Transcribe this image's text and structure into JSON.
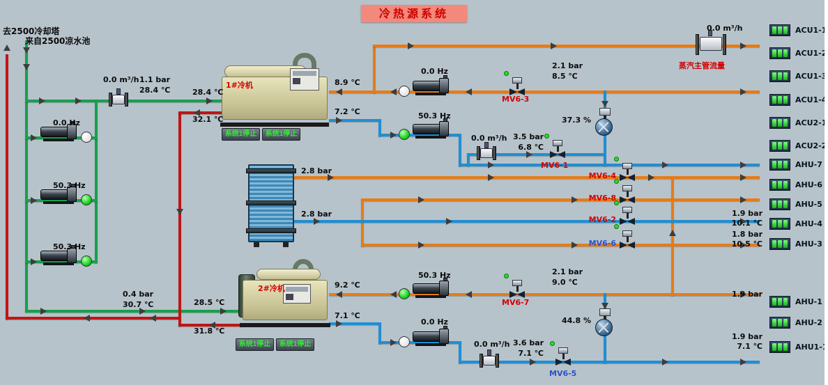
{
  "title": "冷热源系统",
  "colors": {
    "background": "#b7c3cb",
    "pipe_green": "#16a14c",
    "pipe_red": "#c01515",
    "pipe_orange": "#e67c17",
    "pipe_blue": "#1f8fd2",
    "status_on": "#1ad41a",
    "status_off": "#e8e8e8",
    "label_red": "#d40000",
    "label_blue": "#2b50c8",
    "title_bg": "#f2897b",
    "title_text": "#cf0000",
    "button_text": "#35e835"
  },
  "source": {
    "to_tower": "去2500冷却塔",
    "from_pond": "来自2500凉水池"
  },
  "steam": {
    "flow": "0.0 m³/h",
    "label": "蒸汽主管流量"
  },
  "condenser": {
    "flow": "0.0 m³/h",
    "pressure": "1.1 bar",
    "temp": "28.4 ℃"
  },
  "header2": {
    "pressure": "0.4 bar",
    "temp": "30.7 ℃"
  },
  "cooling_pumps": [
    {
      "hz": "0.0 Hz",
      "status": "off"
    },
    {
      "hz": "50.3 Hz",
      "status": "on"
    },
    {
      "hz": "50.3 Hz",
      "status": "on"
    }
  ],
  "chw_pumps": [
    {
      "hz": "0.0 Hz",
      "status": "off"
    },
    {
      "hz": "50.3 Hz",
      "status": "on"
    },
    {
      "hz": "50.3 Hz",
      "status": "on"
    },
    {
      "hz": "0.0 Hz",
      "status": "off"
    }
  ],
  "chiller1": {
    "name": "1#冷机",
    "cw_in": "28.4 ℃",
    "cw_out": "32.1 ℃",
    "chw_return": "8.9 ℃",
    "chw_supply": "7.2 ℃",
    "btn_a": "系统1停止",
    "btn_b": "系统1停止"
  },
  "chiller2": {
    "name": "2#冷机",
    "cw_in": "28.5 ℃",
    "cw_out": "31.8 ℃",
    "chw_return": "9.2 ℃",
    "chw_supply": "7.1 ℃",
    "btn_a": "系统1停止",
    "btn_b": "系统1停止"
  },
  "hx": {
    "top_pressure": "2.8 bar",
    "bottom_pressure": "2.8 bar"
  },
  "valves": {
    "mv6_3": {
      "label": "MV6-3",
      "pressure": "2.1 bar",
      "temp": "8.5 ℃"
    },
    "mv6_1": {
      "label": "MV6-1",
      "flow": "0.0 m³/h",
      "pressure": "3.5 bar",
      "temp": "6.8 ℃"
    },
    "mv6_4": {
      "label": "MV6-4"
    },
    "mv6_8": {
      "label": "MV6-8"
    },
    "mv6_2": {
      "label": "MV6-2"
    },
    "mv6_6": {
      "label": "MV6-6"
    },
    "mv6_7": {
      "label": "MV6-7",
      "pressure": "2.1 bar",
      "temp": "9.0 ℃"
    },
    "mv6_5": {
      "label": "MV6-5",
      "flow": "0.0 m³/h",
      "pressure": "3.6 bar",
      "temp": "7.1 ℃"
    },
    "cv_top": {
      "percent": "37.3 %"
    },
    "cv_bottom": {
      "percent": "44.8 %"
    }
  },
  "units": [
    {
      "name": "ACU1-1"
    },
    {
      "name": "ACU1-2"
    },
    {
      "name": "ACU1-3"
    },
    {
      "name": "ACU1-4"
    },
    {
      "name": "ACU2-1"
    },
    {
      "name": "ACU2-2"
    },
    {
      "name": "AHU-7"
    },
    {
      "name": "AHU-6"
    },
    {
      "name": "AHU-5"
    },
    {
      "name": "AHU-4",
      "pressure": "1.9 bar",
      "temp": "10.1 ℃"
    },
    {
      "name": "AHU-3",
      "pressure": "1.8 bar",
      "temp": "10.5 ℃"
    },
    {
      "name": "AHU-1",
      "pressure": "1.9 bar"
    },
    {
      "name": "AHU-2"
    },
    {
      "name": "AHU1-1",
      "pressure": "1.9 bar",
      "temp": "7.1 ℃"
    }
  ]
}
